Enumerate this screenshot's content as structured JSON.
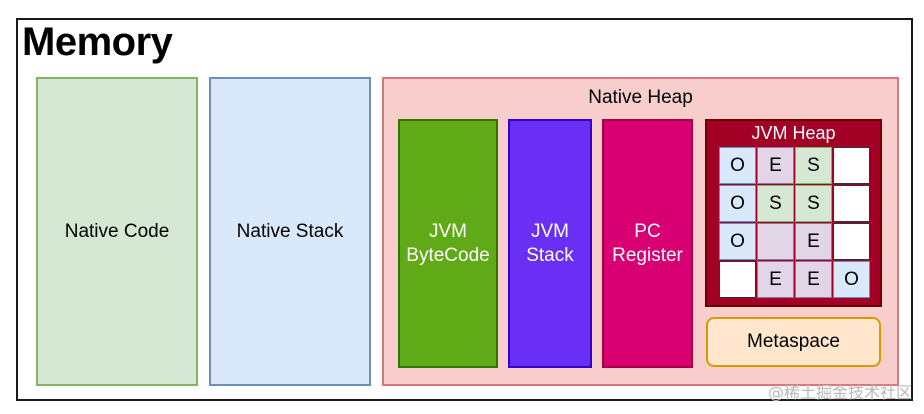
{
  "title": "Memory",
  "regions": {
    "native_code": "Native Code",
    "native_stack": "Native Stack",
    "native_heap": "Native Heap",
    "jvm_bytecode": [
      "JVM",
      "ByteCode"
    ],
    "jvm_stack": [
      "JVM",
      "Stack"
    ],
    "pc_register": [
      "PC",
      "Register"
    ],
    "jvm_heap": "JVM Heap",
    "metaspace": "Metaspace"
  },
  "heap_grid": [
    [
      "O",
      "E",
      "S",
      ""
    ],
    [
      "O",
      "S",
      "S",
      ""
    ],
    [
      "O",
      "",
      "E",
      ""
    ],
    [
      "",
      "E",
      "E",
      "O"
    ]
  ],
  "heap_cell_types": [
    [
      "O",
      "E",
      "S",
      "_"
    ],
    [
      "O",
      "S",
      "S",
      "_"
    ],
    [
      "O",
      "E",
      "E",
      "_"
    ],
    [
      "_",
      "E",
      "E",
      "O"
    ]
  ],
  "watermark": "@稀土掘金技术社区",
  "colors": {
    "native_code_fill": "#d5e8d4",
    "native_stack_fill": "#dae8fc",
    "native_heap_fill": "#f8cecc",
    "jvm_bytecode_fill": "#60a917",
    "jvm_stack_fill": "#6a2ff5",
    "pc_register_fill": "#d80073",
    "jvm_heap_fill": "#a20025",
    "metaspace_fill": "#ffe6cc"
  }
}
